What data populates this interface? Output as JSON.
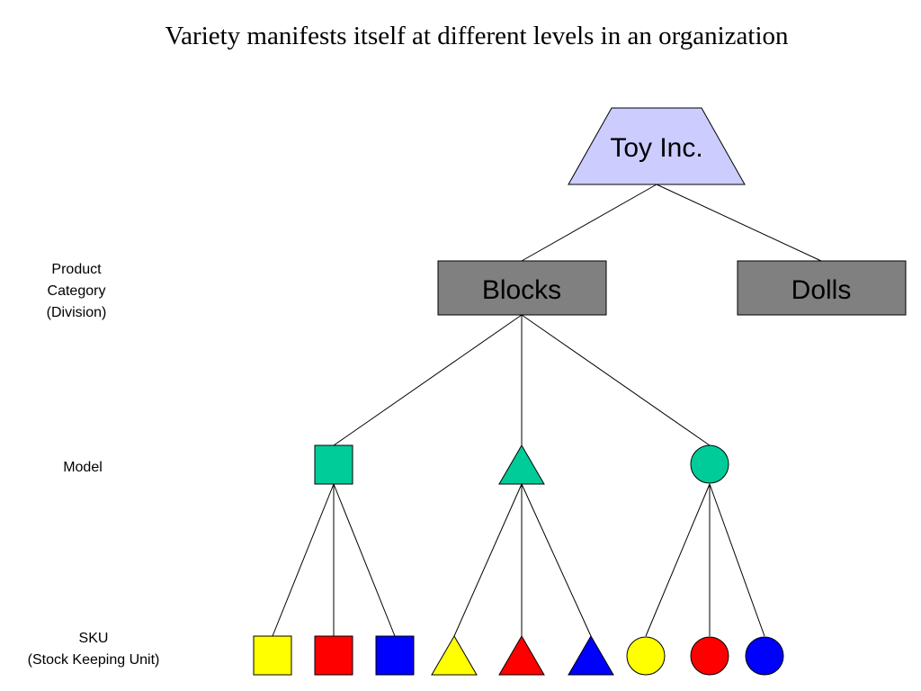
{
  "title": "Variety manifests itself at different levels in an organization",
  "level_labels": {
    "division": [
      "Product",
      "Category",
      "(Division)"
    ],
    "model": "Model",
    "sku": [
      "SKU",
      "(Stock Keeping Unit)"
    ]
  },
  "nodes": {
    "company": "Toy Inc.",
    "divisions": [
      "Blocks",
      "Dolls"
    ]
  },
  "colors": {
    "company_fill": "#ccccff",
    "division_fill": "#808080",
    "model_fill": "#00cc99",
    "sku_yellow": "#ffff00",
    "sku_red": "#ff0000",
    "sku_blue": "#0000ff"
  }
}
